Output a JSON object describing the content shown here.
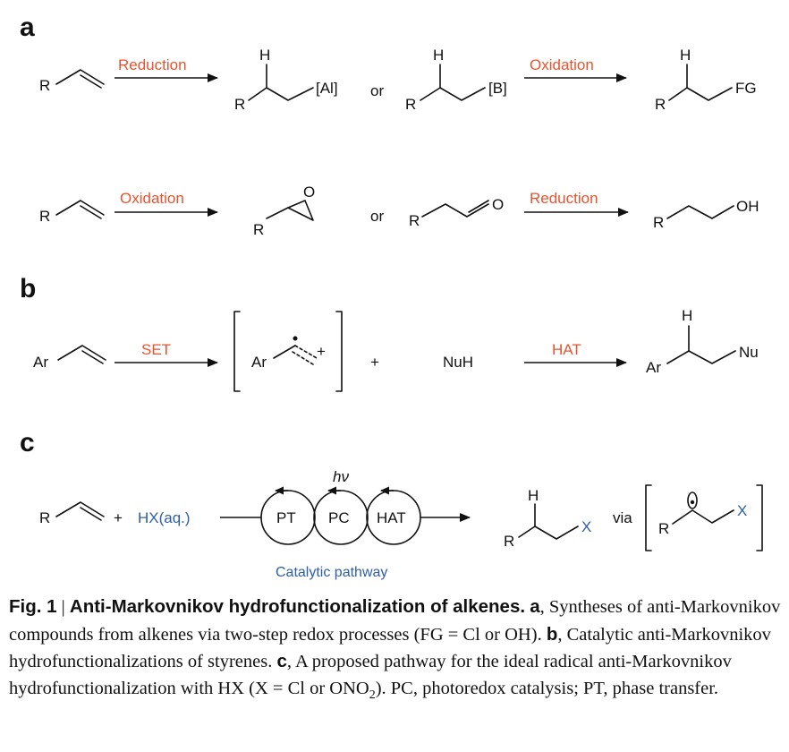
{
  "panels": {
    "a": {
      "label": "a",
      "row1": {
        "reactant": {
          "r": "R"
        },
        "arrow1": "Reduction",
        "product1": {
          "h": "H",
          "r": "R",
          "group": "[Al]"
        },
        "or": "or",
        "product2": {
          "h": "H",
          "r": "R",
          "group": "[B]"
        },
        "arrow2": "Oxidation",
        "product3": {
          "h": "H",
          "r": "R",
          "group": "FG"
        }
      },
      "row2": {
        "reactant": {
          "r": "R"
        },
        "arrow1": "Oxidation",
        "epoxide": {
          "r": "R",
          "o": "O"
        },
        "or": "or",
        "aldehyde": {
          "r": "R",
          "o": "O"
        },
        "arrow2": "Reduction",
        "alcohol": {
          "r": "R",
          "group": "OH"
        }
      }
    },
    "b": {
      "label": "b",
      "reactant": {
        "ar": "Ar"
      },
      "arrow1": "SET",
      "intermediate": {
        "ar": "Ar",
        "charge": "+"
      },
      "plus": "+",
      "nucleophile": "NuH",
      "arrow2": "HAT",
      "product": {
        "h": "H",
        "ar": "Ar",
        "group": "Nu"
      }
    },
    "c": {
      "label": "c",
      "reactant": {
        "r": "R"
      },
      "plus": "+",
      "reagent": "HX(aq.)",
      "hv": "hν",
      "cycles": [
        "PT",
        "PC",
        "HAT"
      ],
      "pathway_label": "Catalytic pathway",
      "product": {
        "h": "H",
        "r": "R",
        "x": "X"
      },
      "via": "via",
      "radical": {
        "r": "R",
        "x": "X"
      }
    }
  },
  "caption": {
    "fig": "Fig. 1",
    "sep": " | ",
    "title": "Anti-Markovnikov hydrofunctionalization of alkenes.",
    "a_label": "a",
    "a_text": ", Syntheses of anti-Markovnikov compounds from alkenes via two-step redox processes (FG = Cl or OH).",
    "b_label": "b",
    "b_text": ", Catalytic anti-Markovnikov hydrofunctionalizations of styrenes.",
    "c_label": "c",
    "c_text_before": ", A proposed pathway for the ideal radical anti-Markovnikov hydrofunctionalization with HX (X = Cl or ONO",
    "c_sub": "2",
    "c_text_after": "). PC, photoredox catalysis; PT, phase transfer."
  },
  "colors": {
    "reagent_text": "#e8532f",
    "blue_text": "#2f5fa6"
  }
}
